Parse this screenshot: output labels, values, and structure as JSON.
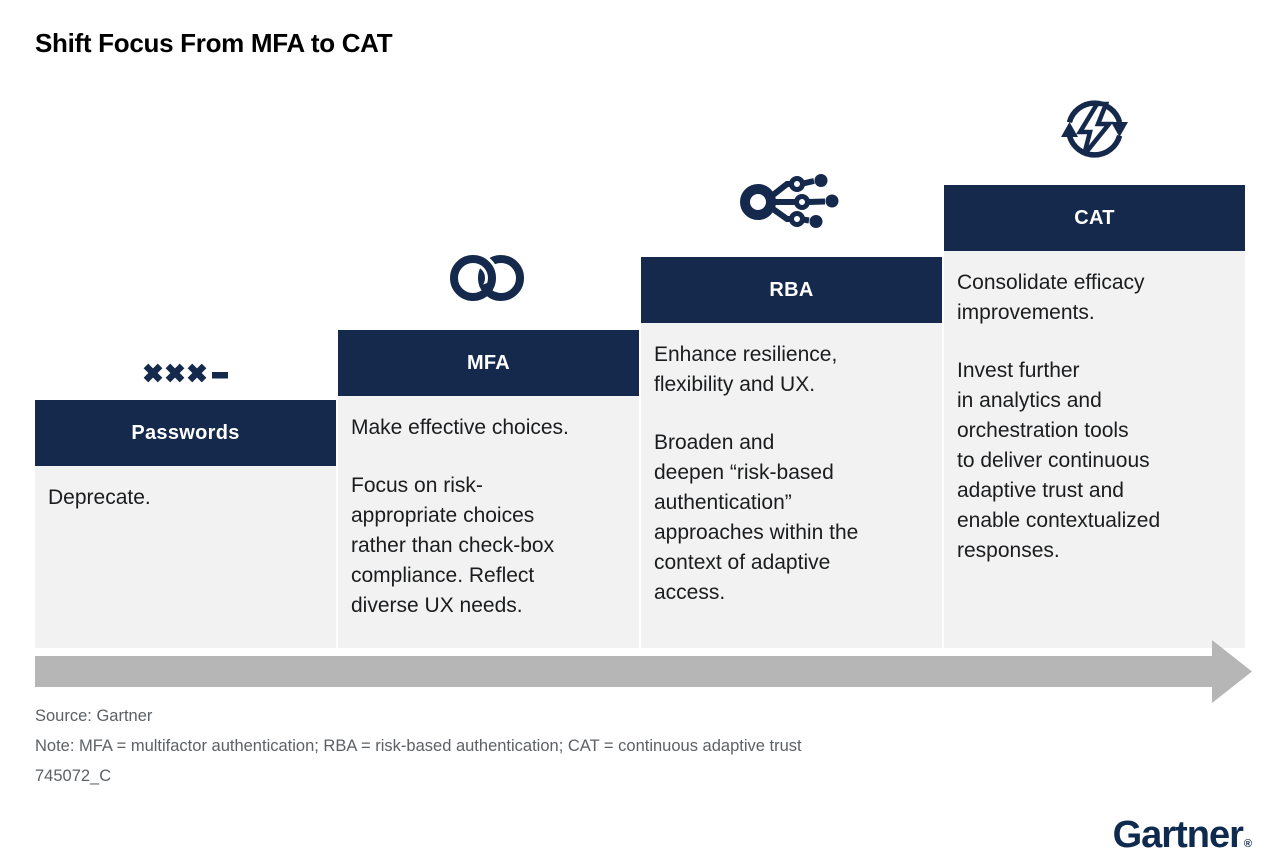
{
  "title": "Shift Focus From MFA to CAT",
  "steps": [
    {
      "label": "Passwords",
      "icon": "password-asterisks-icon",
      "paragraphs": [
        "Deprecate."
      ]
    },
    {
      "label": "MFA",
      "icon": "linked-rings-icon",
      "paragraphs": [
        "Make effective choices.",
        "Focus on risk-\nappropriate choices\nrather than check-box\ncompliance. Reflect\ndiverse UX needs."
      ]
    },
    {
      "label": "RBA",
      "icon": "circuit-branches-icon",
      "paragraphs": [
        "Enhance resilience,\nflexibility and UX.",
        "Broaden and\ndeepen “risk-based\nauthentication”\napproaches within the\ncontext of adaptive\naccess."
      ]
    },
    {
      "label": "CAT",
      "icon": "lightning-refresh-icon",
      "paragraphs": [
        "Consolidate efficacy\nimprovements.",
        "Invest further\nin analytics and\norchestration tools\nto deliver continuous\nadaptive trust and\nenable contextualized\nresponses."
      ]
    }
  ],
  "footer": {
    "source": "Source: Gartner",
    "note": "Note: MFA = multifactor authentication; RBA = risk-based authentication; CAT = continuous adaptive trust",
    "doc_id": "745072_C"
  },
  "logo": {
    "text": "Gartner",
    "registered": "®"
  },
  "colors": {
    "navy": "#14294c",
    "panel_bg": "#f2f2f2",
    "arrow_gray": "#b6b6b6",
    "footer_text": "#5d6165",
    "logo_navy": "#0e2a4e"
  }
}
